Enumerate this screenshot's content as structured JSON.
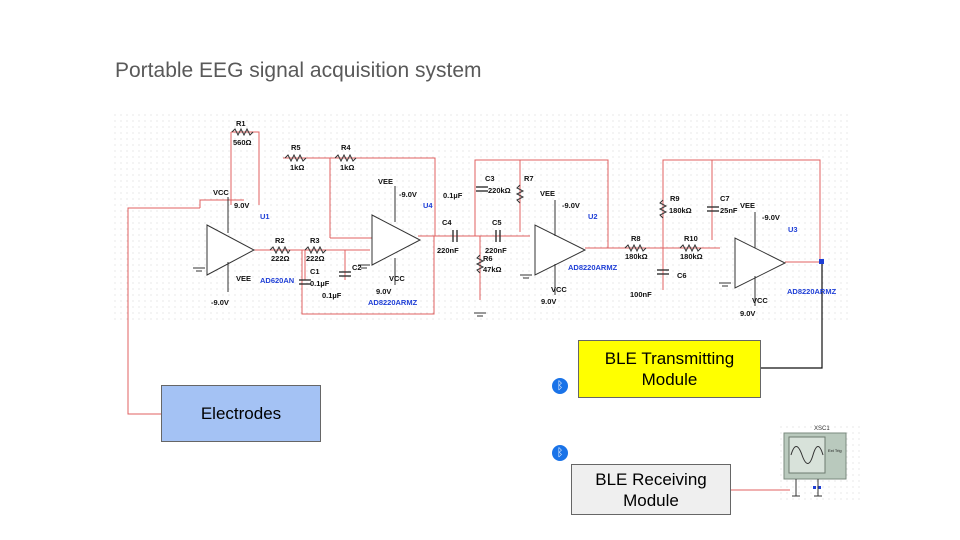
{
  "title": "Portable EEG signal acquisition system",
  "blocks": {
    "electrodes": "Electrodes",
    "ble_tx": "BLE Transmitting Module",
    "ble_rx": "BLE Receiving Module"
  },
  "colors": {
    "electrodes_fill": "#a4c2f4",
    "ble_tx_fill": "#ffff00",
    "ble_rx_fill": "#efefef",
    "wire": "#e06060",
    "schematic_blue": "#1f3fd6",
    "bluetooth": "#1a73e8"
  },
  "icons": [
    "bluetooth-icon",
    "oscilloscope-icon",
    "ground-icon",
    "op-amp-symbol"
  ],
  "components": {
    "R1": {
      "ref": "R1",
      "value": "560Ω"
    },
    "R2": {
      "ref": "R2",
      "value": "222Ω"
    },
    "R3": {
      "ref": "R3",
      "value": "222Ω"
    },
    "R4": {
      "ref": "R4",
      "value": "1kΩ"
    },
    "R5": {
      "ref": "R5",
      "value": "1kΩ"
    },
    "R6": {
      "ref": "R6",
      "value": "47kΩ"
    },
    "R7": {
      "ref": "R7",
      "value": "220kΩ"
    },
    "R8": {
      "ref": "R8",
      "value": "180kΩ"
    },
    "R9": {
      "ref": "R9",
      "value": "180kΩ"
    },
    "R10": {
      "ref": "R10",
      "value": "180kΩ"
    },
    "C1": {
      "ref": "C1",
      "value": "0.1µF"
    },
    "C2": {
      "ref": "C2",
      "value": "0.1µF"
    },
    "C3": {
      "ref": "C3",
      "value": "0.1µF"
    },
    "C4": {
      "ref": "C4",
      "value": "220nF"
    },
    "C5": {
      "ref": "C5",
      "value": "220nF"
    },
    "C6": {
      "ref": "C6",
      "value": "100nF"
    },
    "C7": {
      "ref": "C7",
      "value": "25nF"
    },
    "U1": {
      "ref": "U1",
      "part": "AD620AN"
    },
    "U2": {
      "ref": "U2",
      "part": "AD8220ARMZ"
    },
    "U3": {
      "ref": "U3",
      "part": "AD8220ARMZ"
    },
    "U4": {
      "ref": "U4",
      "part": "AD8220ARMZ"
    }
  },
  "supply": {
    "vcc": "VCC",
    "vee": "VEE",
    "vcc_value": "9.0V",
    "vee_value": "-9.0V"
  },
  "scope": {
    "label": "XSC1",
    "trigger": "Ext Trig"
  }
}
